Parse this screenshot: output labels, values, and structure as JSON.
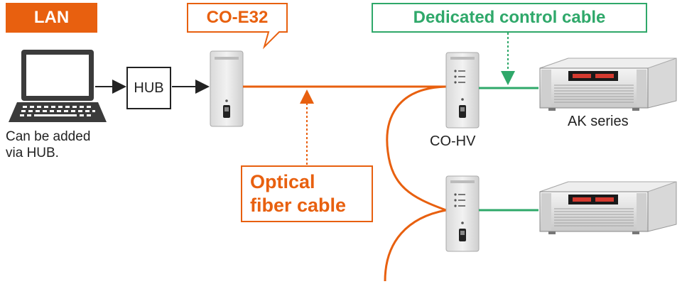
{
  "lan": {
    "badge": "LAN"
  },
  "hub": {
    "label": "HUB"
  },
  "hub_note": "Can be added\nvia HUB.",
  "co_e32": {
    "label": "CO-E32"
  },
  "dedicated_cable": {
    "label": "Dedicated control cable"
  },
  "optical_cable": {
    "label": "Optical\nfiber cable"
  },
  "co_hv": {
    "label": "CO-HV"
  },
  "ak_series": {
    "label": "AK series"
  },
  "colors": {
    "orange": "#e8600f",
    "green": "#2fa86a",
    "dark": "#222222",
    "device_gray": "#e6e6e6"
  }
}
